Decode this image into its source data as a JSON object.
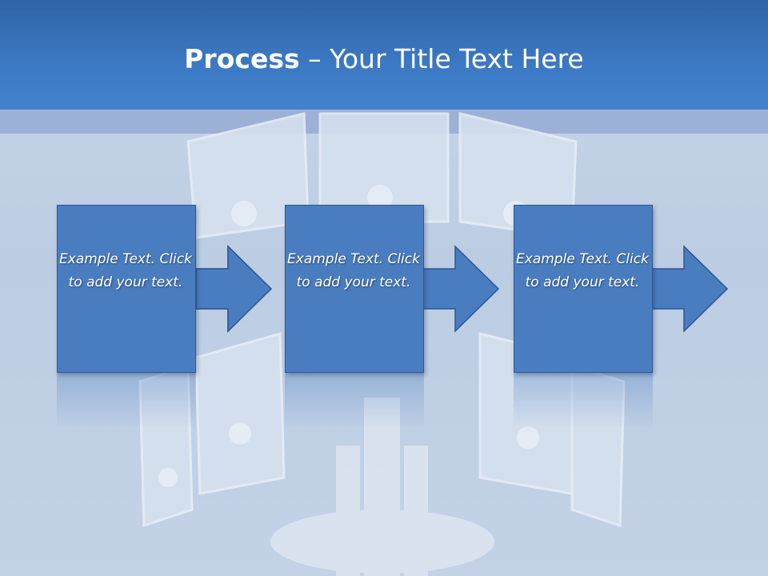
{
  "slide": {
    "title_bold": "Process",
    "title_rest": " – Your Title Text Here",
    "steps": [
      {
        "text": "Example Text. Click  to add your text."
      },
      {
        "text": "Example Text. Click  to add your text."
      },
      {
        "text": "Example Text. Click  to add your text."
      }
    ]
  },
  "colors": {
    "header": "#3c79c4",
    "box_fill": "#4a7dc0",
    "box_border": "#2b5795",
    "background": "#c3d2e6"
  }
}
